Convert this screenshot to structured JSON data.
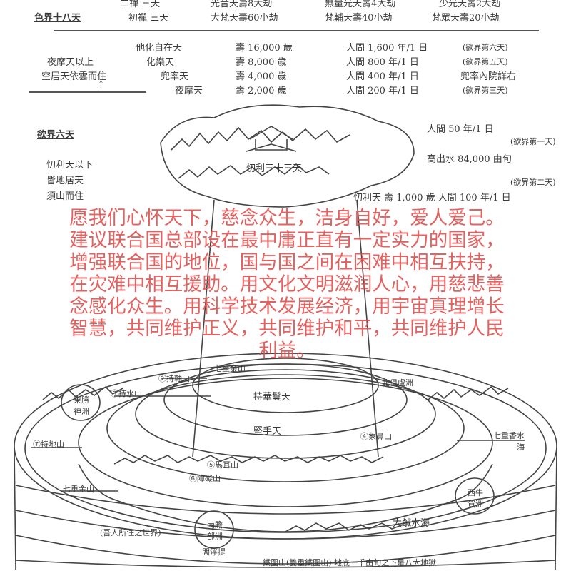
{
  "header": {
    "row1": [
      "二禪 三天",
      "光音天壽8大劫",
      "無量光天壽4大劫",
      "少光天壽2大劫"
    ],
    "realm_label": "色界十八天",
    "row2": [
      "初禪 三天",
      "大梵天壽60小劫",
      "梵輔天壽40小劫",
      "梵眾天壽20小劫"
    ]
  },
  "heavens": {
    "left_note": [
      "夜摩天以上",
      "空居天依雲而住"
    ],
    "rows": [
      {
        "name": "他化自在天",
        "life": "壽 16,000 歲",
        "ratio": "人間 1,600 年/1 日",
        "note": "(欲界第六天)"
      },
      {
        "name": "化樂天",
        "life": "壽  8,000 歲",
        "ratio": "人間   800 年/1 日",
        "note": "(欲界第五天)"
      },
      {
        "name": "兜率天",
        "life": "壽  4,000 歲",
        "ratio": "人間   400 年/1 日",
        "note": "兜率內院詳右"
      },
      {
        "name": "夜摩天",
        "life": "壽  2,000 歲",
        "ratio": "人間   200 年/1 日",
        "note": "(欲界第三天)"
      }
    ]
  },
  "desire_realm": {
    "title": "欲界六天",
    "notes": [
      "忉利天以下",
      "皆地居天",
      "須山而住"
    ],
    "trayastrimsa": "忉利三十三天",
    "trayastrimsa_info": "忉利天 壽 1,000 歲  人間 100 年/1 日",
    "second_heaven": "(欲界第二天)",
    "first_heaven_ratio": "人間 50 年/1 日",
    "first_heaven": "(欲界第一天)",
    "height": "高出水 84,000 由旬"
  },
  "diagram_labels": {
    "golden_mountains_top": "七重金山",
    "yugandhara": "②持軸山",
    "isadhara": "③持水山",
    "east_continent": "東勝神洲",
    "nimindhara": "⑦持地山",
    "north_continent": "北俱盧洲",
    "garland_heaven": "持華鬘天",
    "firm_hand_heaven": "堅手天",
    "vinataka": "④象鼻山",
    "fragrant_seas": "七重香水海",
    "asvakarna": "⑤馬耳山",
    "sudarsana": "⑥障礙山",
    "golden_mountains": "七重金山",
    "west_continent": "西牛賀洲",
    "salt_sea": "大鹹水海",
    "south_continent": "南贍部洲",
    "our_world": "(吾人所住之世界)",
    "jambudvipa": "閻浮提",
    "iron_ring": "鐵圍山(雙重鐵圍山) 地底一千由旬之下是八大地獄"
  },
  "overlay_text": {
    "lines": [
      "愿我们心怀天下，慈念众生，洁身自好，爱人爱己。",
      "建议联合国总部设在最中庸正直有一定实力的国家，",
      "增强联合国的地位，国与国之间在困难中相互扶持，",
      "在灾难中相互援助。用文化文明滋润人心，用慈悲善",
      "念感化众生。用科学技术发展经济，用宇宙真理增长",
      "智慧，共同维护正义，共同维护和平，共同维护人民",
      "利益。"
    ],
    "color": "#e0504e"
  }
}
